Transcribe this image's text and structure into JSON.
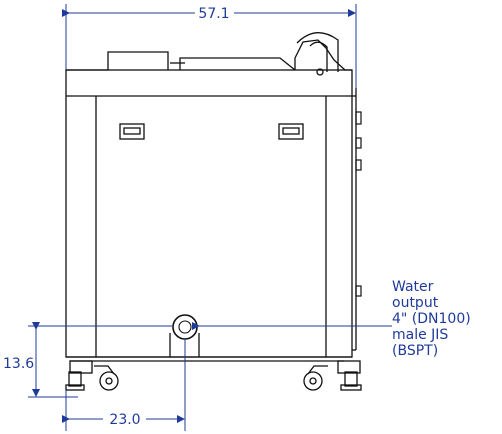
{
  "dimensions": {
    "overall_width": "57.1",
    "outlet_offset": "23.0",
    "outlet_height": "13.6"
  },
  "callout": {
    "lines": [
      "Water",
      "output",
      "4\" (DN100)",
      "male JIS",
      "(BSPT)"
    ]
  },
  "colors": {
    "dimension": "#1f3b9a",
    "outline": "#111111"
  }
}
